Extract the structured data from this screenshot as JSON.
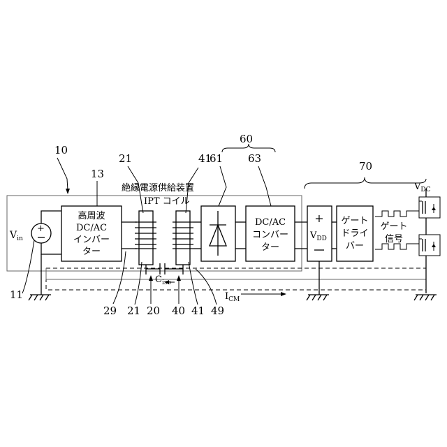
{
  "refs": {
    "r10": "10",
    "r13": "13",
    "r21_top": "21",
    "r41_top": "41",
    "r60": "60",
    "r61": "61",
    "r63": "63",
    "r70": "70",
    "r11": "11",
    "r29": "29",
    "r21_bot": "21",
    "r20": "20",
    "r40": "40",
    "r41_bot": "41",
    "r49": "49"
  },
  "title": "絶縁電源供給装置",
  "ipt_coil": "IPT コイル",
  "source": {
    "main": "V",
    "sub": "in"
  },
  "inverter": [
    "高周波",
    "DC/AC",
    "インバー",
    "ター"
  ],
  "converter": [
    "DC/AC",
    "コンバー",
    "ター"
  ],
  "vdd": {
    "plus": "+",
    "main": "V",
    "sub": "DD",
    "minus": "−"
  },
  "gate_driver": [
    "ゲート",
    "ドライ",
    "バー"
  ],
  "gate_signal": [
    "ゲート",
    "信号"
  ],
  "vdc": {
    "main": "V",
    "sub": "DC"
  },
  "ciso": {
    "main": "C",
    "sub": "iso"
  },
  "icm": {
    "main": "I",
    "sub": "CM"
  }
}
